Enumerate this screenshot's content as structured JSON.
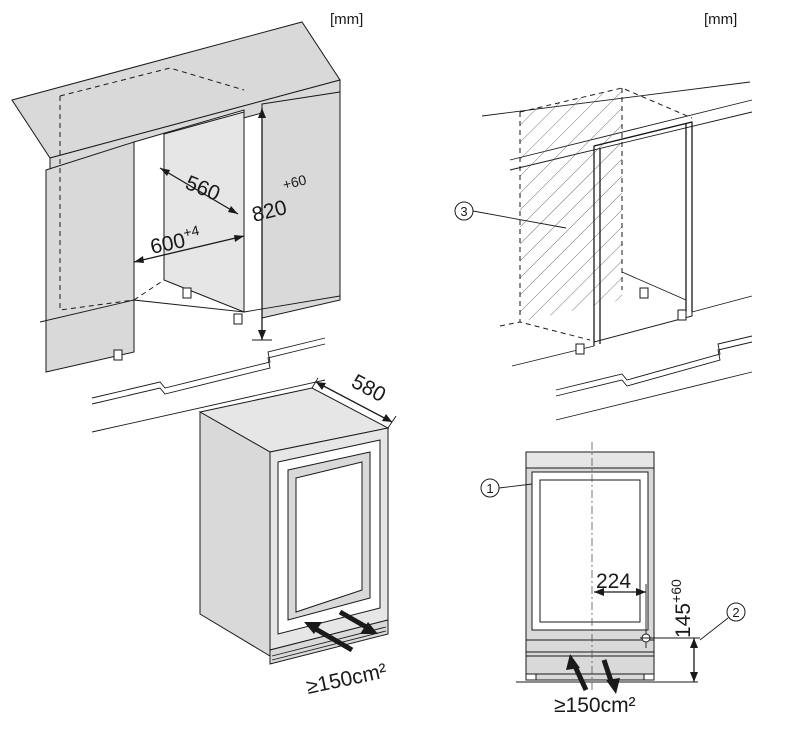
{
  "units": {
    "top_left": "[mm]",
    "top_right": "[mm]"
  },
  "dimensions": {
    "depth_niche": "560",
    "width_niche_base": "600",
    "width_niche_tol": "+4",
    "height_niche_base": "820",
    "height_niche_tol": "+60",
    "appliance_depth": "580",
    "ventilation_front": "≥150cm²",
    "ventilation_bottom": "≥150cm²",
    "offset_horizontal": "224",
    "offset_height_base": "145",
    "offset_height_tol": "+60"
  },
  "callouts": {
    "c1": "1",
    "c2": "2",
    "c3": "3"
  }
}
